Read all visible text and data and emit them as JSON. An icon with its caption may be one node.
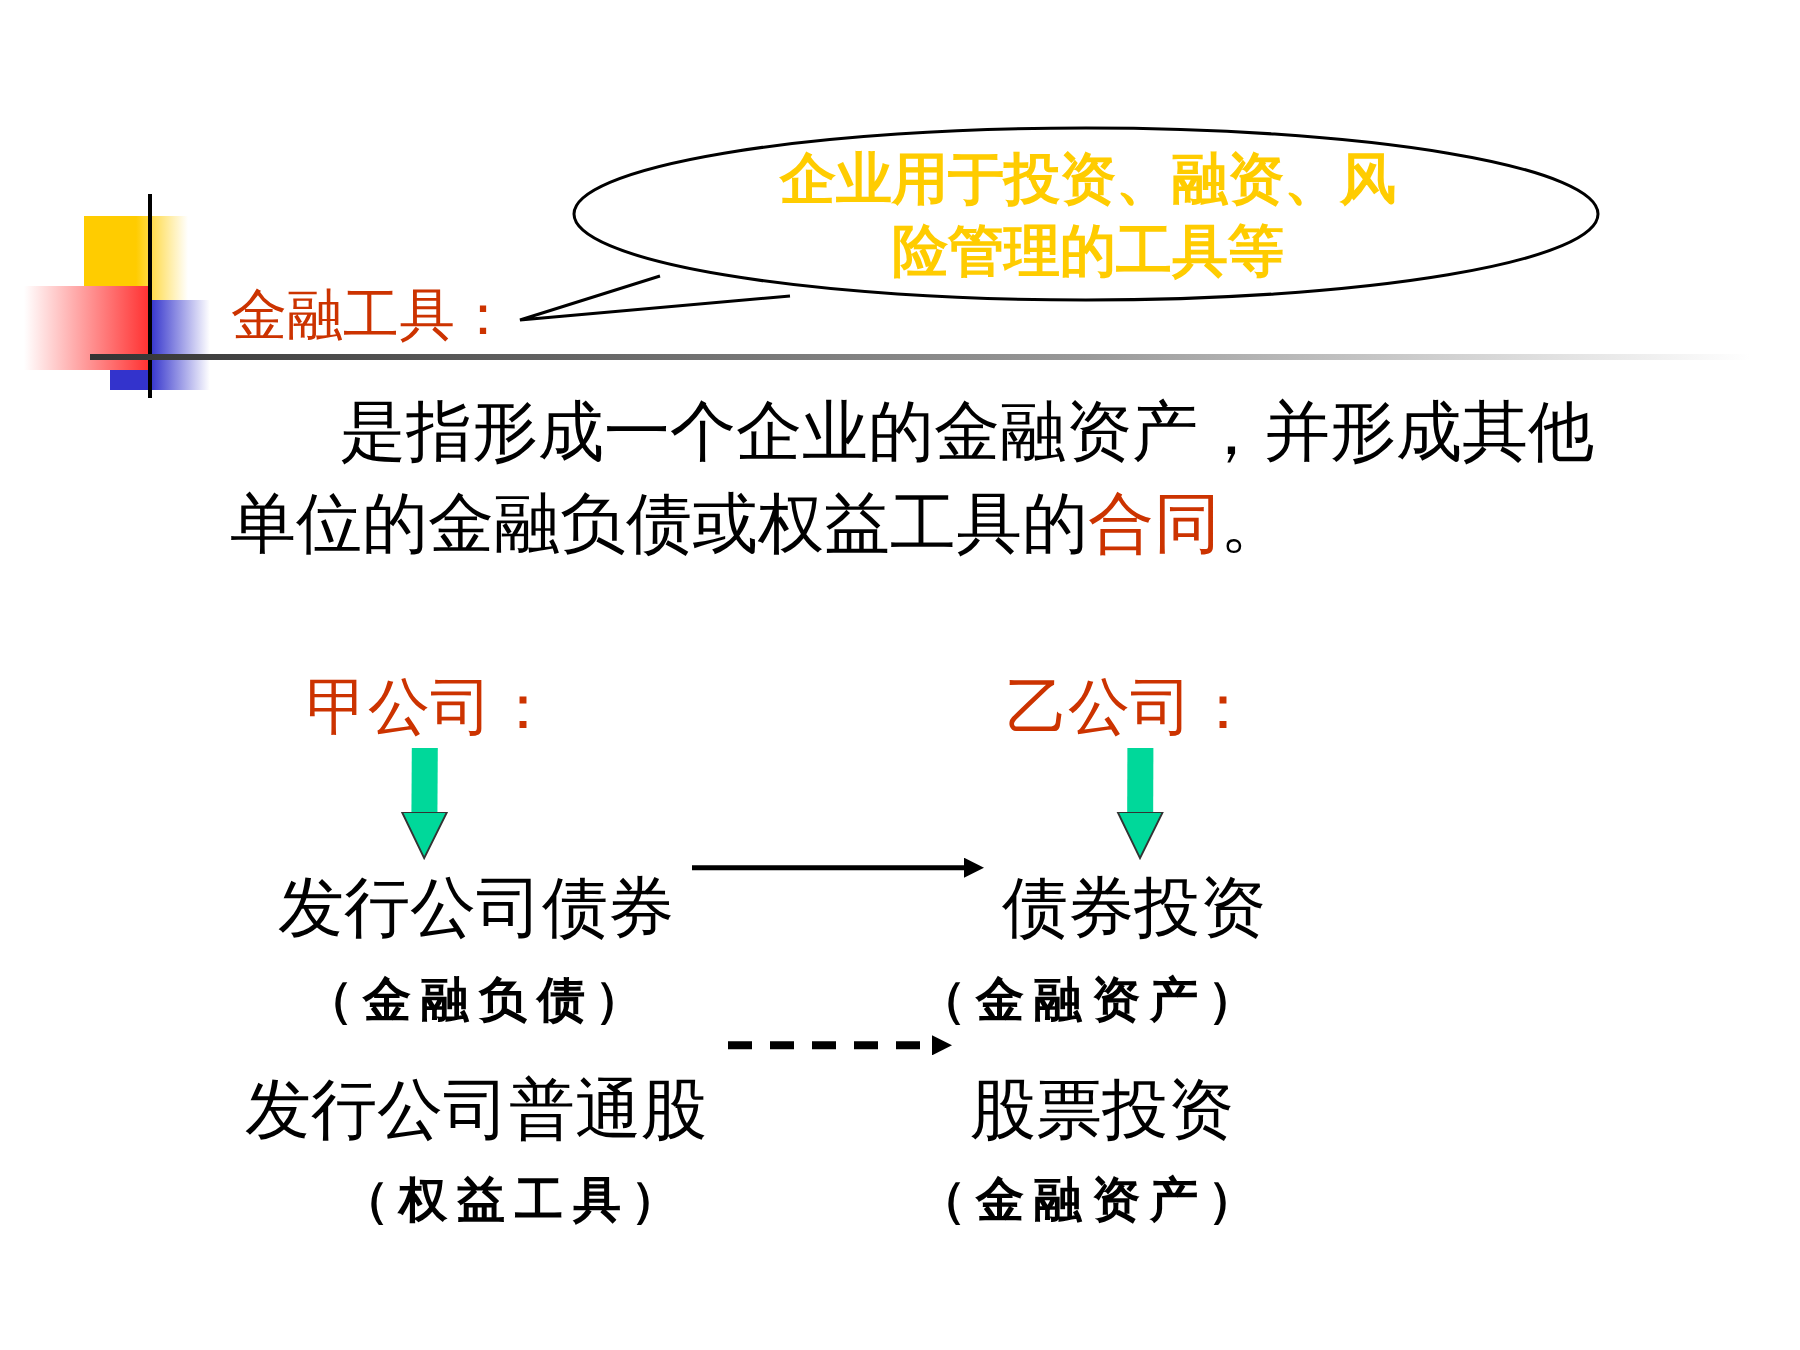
{
  "diagram": {
    "nodes": [
      {
        "text": [
          "金融工具："
        ]
      },
      {
        "text": [
          "企业用于投资、融资、风险管理的工具等"
        ]
      },
      {
        "text": [
          "甲公司："
        ]
      },
      {
        "text": [
          "乙公司："
        ]
      },
      {
        "text": [
          "发行公司债券"
        ],
        "beside": [
          "（金融负债）"
        ]
      },
      {
        "text": [
          "债券投资"
        ],
        "beside": [
          "（金融资产）"
        ]
      },
      {
        "text": [
          "发行公司普通股"
        ],
        "beside": [
          "（权益工具）"
        ]
      },
      {
        "text": [
          "股票投资"
        ],
        "beside": [
          "（金融资产）"
        ]
      }
    ],
    "edges": [
      {
        "from": 2,
        "to": 4,
        "arrow": "to",
        "style": "thick",
        "color": "#00d89a"
      },
      {
        "from": 3,
        "to": 5,
        "arrow": "to",
        "style": "thick",
        "color": "#00d89a"
      },
      {
        "from": 4,
        "to": 5,
        "arrow": "to",
        "color": "#000000"
      },
      {
        "from": 6,
        "to": 7,
        "arrow": "to",
        "style": "dashed",
        "color": "#000000"
      }
    ],
    "labels": [
      "是指形成一个企业的金融资产，并形成其他单位的金融负债或权益工具的**合同**。"
    ]
  }
}
